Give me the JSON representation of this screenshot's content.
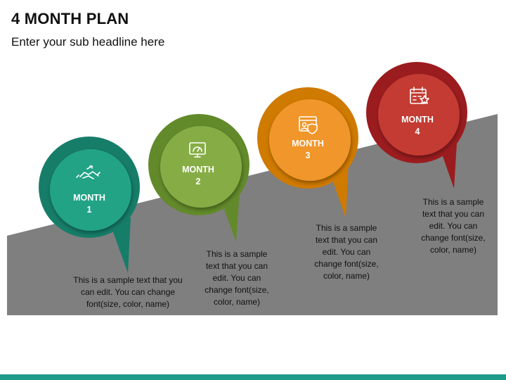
{
  "title": "4 MONTH PLAN",
  "subtitle": "Enter your sub headline here",
  "months": [
    {
      "label": "MONTH",
      "number": "1",
      "icon": "handshake-icon",
      "text": "This is a sample text that you can edit. You can change font(size, color, name)",
      "outer_color": "#167d69",
      "inner_color": "#24a386"
    },
    {
      "label": "MONTH",
      "number": "2",
      "icon": "monitor-gauge-icon",
      "text": "This is a sample text that you can edit. You can change font(size, color, name)",
      "outer_color": "#628a2a",
      "inner_color": "#86ad45"
    },
    {
      "label": "MONTH",
      "number": "3",
      "icon": "id-shield-icon",
      "text": "This is a sample text that you can edit. You can change font(size, color, name)",
      "outer_color": "#cf7a00",
      "inner_color": "#f0962a"
    },
    {
      "label": "MONTH",
      "number": "4",
      "icon": "calendar-star-icon",
      "text": "This is a sample text that you can edit. You can change font(size, color, name)",
      "outer_color": "#9b1c1f",
      "inner_color": "#c33a33"
    }
  ],
  "colors": {
    "ramp": "#7f7f7f",
    "bottom_bar": "#1f9b8a"
  }
}
